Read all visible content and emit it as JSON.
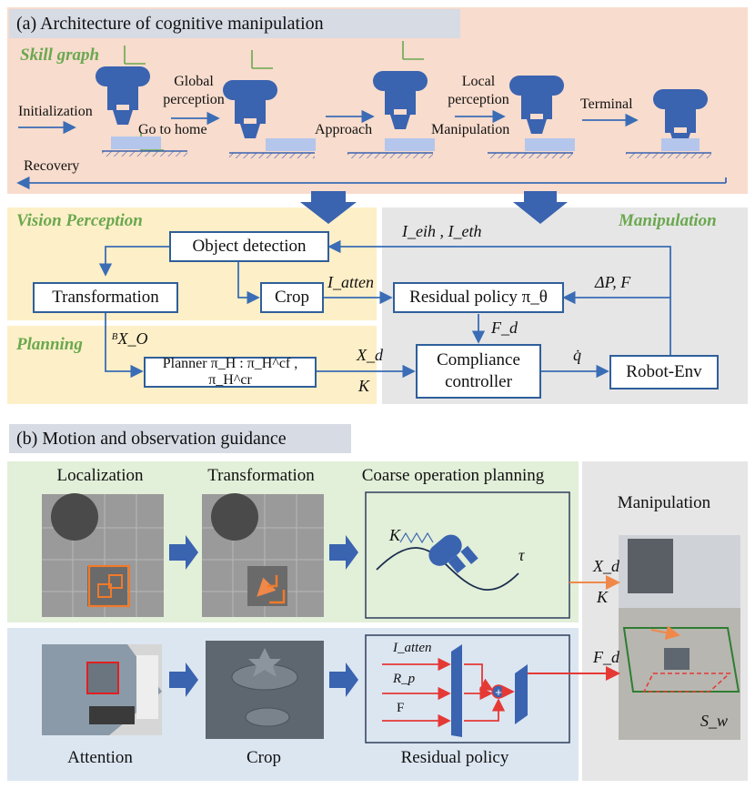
{
  "section_a": {
    "title": "(a) Architecture of cognitive manipulation",
    "skill_graph": {
      "title": "Skill graph",
      "labels": {
        "initialization": "Initialization",
        "global_perception": "Global perception",
        "go_to_home": "Go to home",
        "approach": "Approach",
        "local_perception": "Local perception",
        "manipulation": "Manipulation",
        "terminal": "Terminal",
        "recovery": "Recovery"
      }
    },
    "vision": {
      "title": "Vision Perception",
      "object_detection": "Object detection",
      "transformation": "Transformation",
      "crop": "Crop",
      "i_atten": "I_atten"
    },
    "planning": {
      "title": "Planning",
      "bxo": "ᴮX_O",
      "planner": "Planner  π_H : π_H^cf , π_H^cr",
      "xd": "X_d",
      "k": "K"
    },
    "manipulation": {
      "title": "Manipulation",
      "i_eih_eth": "I_eih , I_eth",
      "residual_policy": "Residual policy  π_θ",
      "dp_f": "ΔP, F",
      "fd": "F_d",
      "compliance": "Compliance controller",
      "qdot": "q̇",
      "robot_env": "Robot-Env"
    }
  },
  "section_b": {
    "title": "(b) Motion and observation guidance",
    "top_row": {
      "localization": "Localization",
      "transformation": "Transformation",
      "coarse": "Coarse operation planning",
      "k": "K",
      "tau": "τ"
    },
    "bottom_row": {
      "attention": "Attention",
      "crop": "Crop",
      "residual_policy": "Residual policy",
      "i_atten": "I_atten",
      "rp": "R_p",
      "f": "F"
    },
    "right": {
      "manipulation": "Manipulation",
      "xd": "X_d",
      "k": "K",
      "fd": "F_d",
      "sw": "S_w"
    }
  },
  "colors": {
    "skill_bg": "#f8dccd",
    "vision_bg": "#fdefc7",
    "manip_bg": "#e6e6e6",
    "green_bg": "#e2efd9",
    "blue_bg": "#dce6f1",
    "arrow_blue": "#3a6db5",
    "robot_blue": "#3a63b0",
    "accent_green": "#6aa84f"
  }
}
